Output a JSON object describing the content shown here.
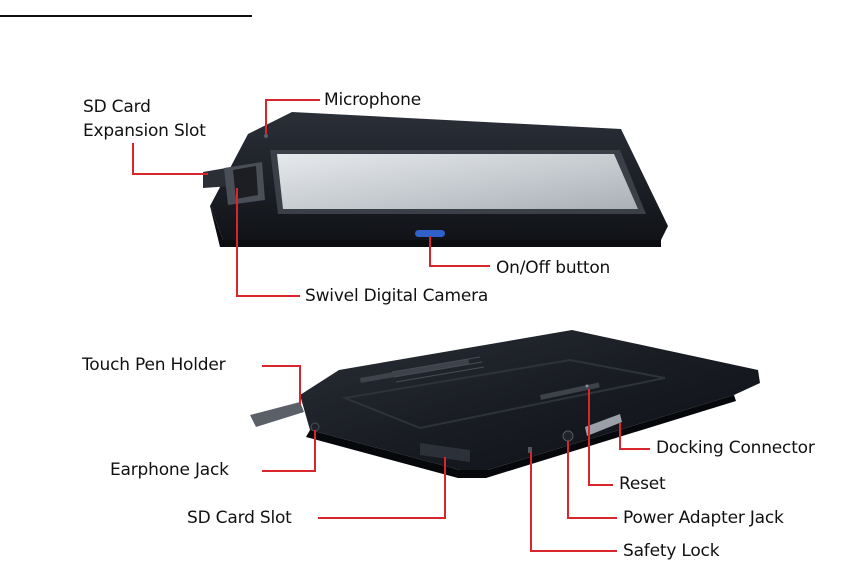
{
  "labels": {
    "sd_card_expansion_slot_line1": "SD Card",
    "sd_card_expansion_slot_line2": "Expansion Slot",
    "microphone": "Microphone",
    "on_off_button": "On/Off button",
    "swivel_digital_camera": "Swivel Digital Camera",
    "touch_pen_holder": "Touch Pen Holder",
    "earphone_jack": "Earphone Jack",
    "sd_card_slot": "SD Card Slot",
    "docking_connector": "Docking Connector",
    "reset": "Reset",
    "power_adapter_jack": "Power Adapter Jack",
    "safety_lock": "Safety Lock"
  },
  "colors": {
    "leader_line": "#d8262c",
    "device_body": "#1b1f28",
    "screen": "#c7ccd1",
    "power_button": "#2f62c8"
  }
}
